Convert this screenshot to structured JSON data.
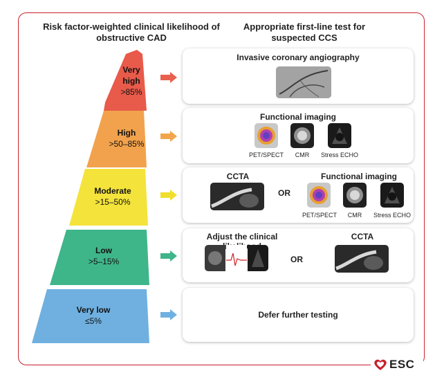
{
  "header": {
    "left_title": "Risk factor-weighted clinical likelihood of obstructive CAD",
    "right_title": "Appropriate first-line test for suspected CCS"
  },
  "levels": [
    {
      "name": "Very high",
      "range": ">85%",
      "color": "#e85a4a"
    },
    {
      "name": "High",
      "range": ">50–85%",
      "color": "#f2a24c"
    },
    {
      "name": "Moderate",
      "range": ">15–50%",
      "color": "#f4e33a"
    },
    {
      "name": "Low",
      "range": ">5–15%",
      "color": "#3fb58a"
    },
    {
      "name": "Very low",
      "range": "≤5%",
      "color": "#6fb0e0"
    }
  ],
  "arrow_colors": [
    "#e8604e",
    "#f2a54a",
    "#f0de2c",
    "#3fb58a",
    "#6fb0e0"
  ],
  "tests": {
    "very_high": {
      "title": "Invasive coronary angiography"
    },
    "high": {
      "title": "Functional imaging",
      "captions": [
        "PET/SPECT",
        "CMR",
        "Stress ECHO"
      ]
    },
    "moderate": {
      "left_title": "CCTA",
      "or": "OR",
      "right_title": "Functional imaging",
      "captions": [
        "PET/SPECT",
        "CMR",
        "Stress ECHO"
      ]
    },
    "low": {
      "left_title": "Adjust the clinical likelihood",
      "or": "OR",
      "right_title": "CCTA"
    },
    "very_low": {
      "title": "Defer further testing"
    }
  },
  "logo": {
    "text": "ESC",
    "color": "#c8202a"
  }
}
